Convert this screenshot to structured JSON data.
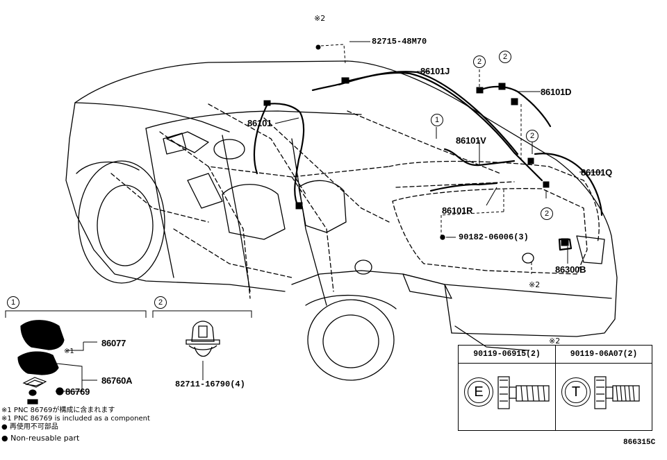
{
  "parts": {
    "p82715": "82715-48M70",
    "p86101J": "86101J",
    "p86101D": "86101D",
    "p86101": "86101",
    "p86101V": "86101V",
    "p86101Q": "86101Q",
    "p86101R": "86101R",
    "p90182": "90182-06006(3)",
    "p86300B": "86300B",
    "p86077": "86077",
    "p86760A": "86760A",
    "p86769": "86769",
    "p82711": "82711-16790(4)"
  },
  "markers": {
    "ref_star2": "※2",
    "ref_star1": "※1",
    "circ1": "1",
    "circ2": "2",
    "code_e": "E",
    "code_t": "T",
    "bullet": "●"
  },
  "bolts": {
    "title": "※2",
    "col1": "90119-06915(2)",
    "col2": "90119-06A07(2)"
  },
  "notes": {
    "n1_jp": "※1 PNC 86769が構成に含まれます",
    "n1_en": "※1 PNC 86769 is included as a component",
    "n2_jp": "● 再使用不可部品",
    "n2_en": "● Non-reusable part"
  },
  "figure_id": "866315C"
}
